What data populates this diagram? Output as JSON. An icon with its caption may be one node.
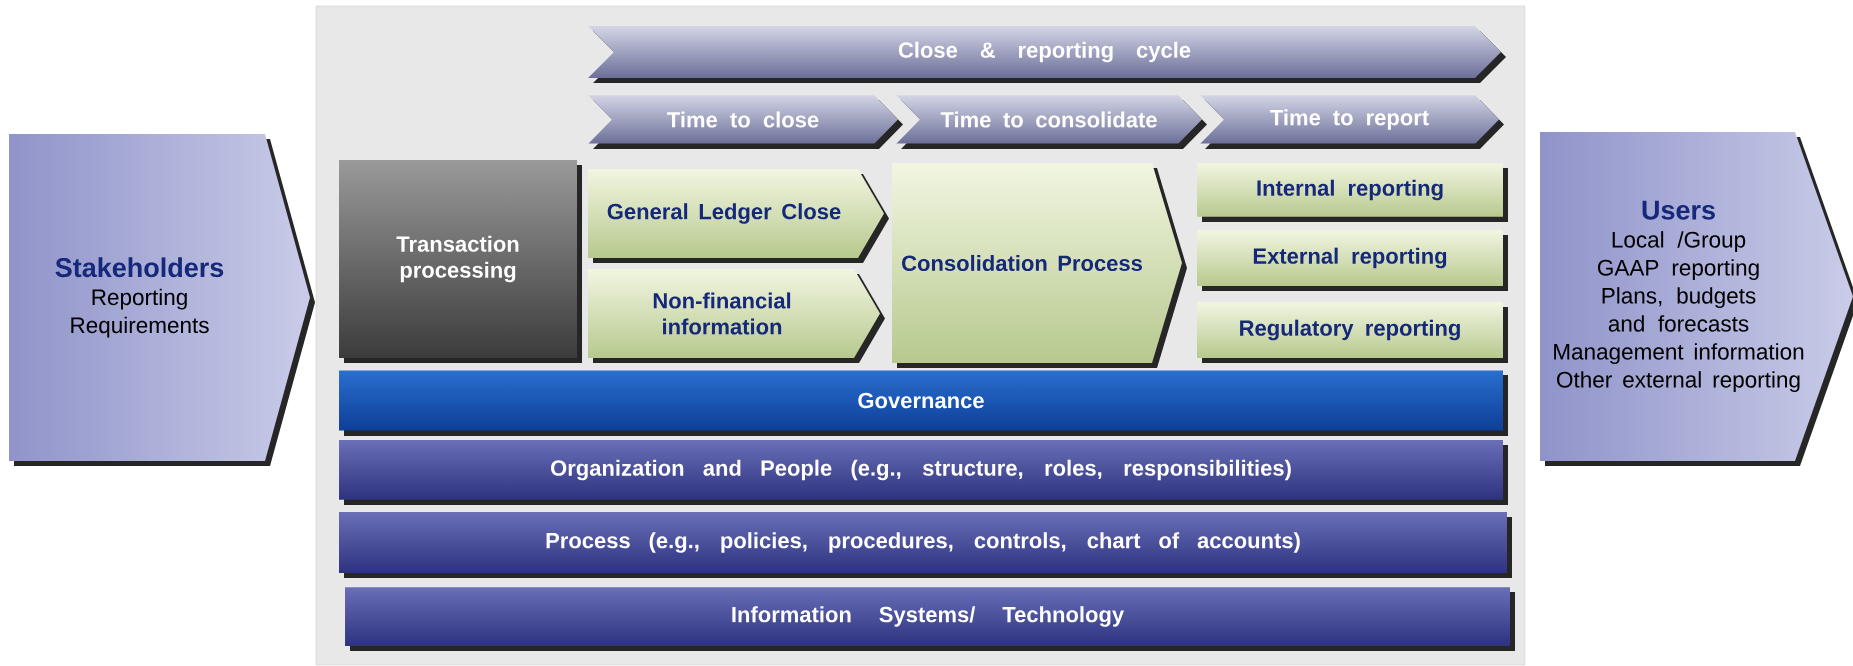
{
  "diagram": {
    "nodes": [
      {
        "text": [
          "Stakeholders",
          "Reporting Requirements"
        ]
      },
      {
        "text": [
          "Close & reporting cycle"
        ]
      },
      {
        "text": [
          "Time to close"
        ]
      },
      {
        "text": [
          "Time to consolidate"
        ]
      },
      {
        "text": [
          "Time to report"
        ]
      },
      {
        "text": [
          "Transaction processing"
        ]
      },
      {
        "text": [
          "General Ledger Close"
        ]
      },
      {
        "text": [
          "Non-financial information"
        ]
      },
      {
        "text": [
          "Consolidation Process"
        ]
      },
      {
        "text": [
          "Internal reporting"
        ]
      },
      {
        "text": [
          "External reporting"
        ]
      },
      {
        "text": [
          "Regulatory reporting"
        ]
      },
      {
        "text": [
          "Governance"
        ]
      },
      {
        "text": [
          "Organization and People (e.g., structure, roles,  responsibilities)"
        ]
      },
      {
        "text": [
          "Process (e.g., policies, procedures, controls, chart of accounts)"
        ]
      },
      {
        "text": [
          "Information Systems/ Technology"
        ]
      },
      {
        "text": [
          "Users",
          "Local /Group GAAP reporting",
          "Plans, budgets and forecasts",
          "Management information",
          "Other external reporting"
        ]
      }
    ]
  }
}
